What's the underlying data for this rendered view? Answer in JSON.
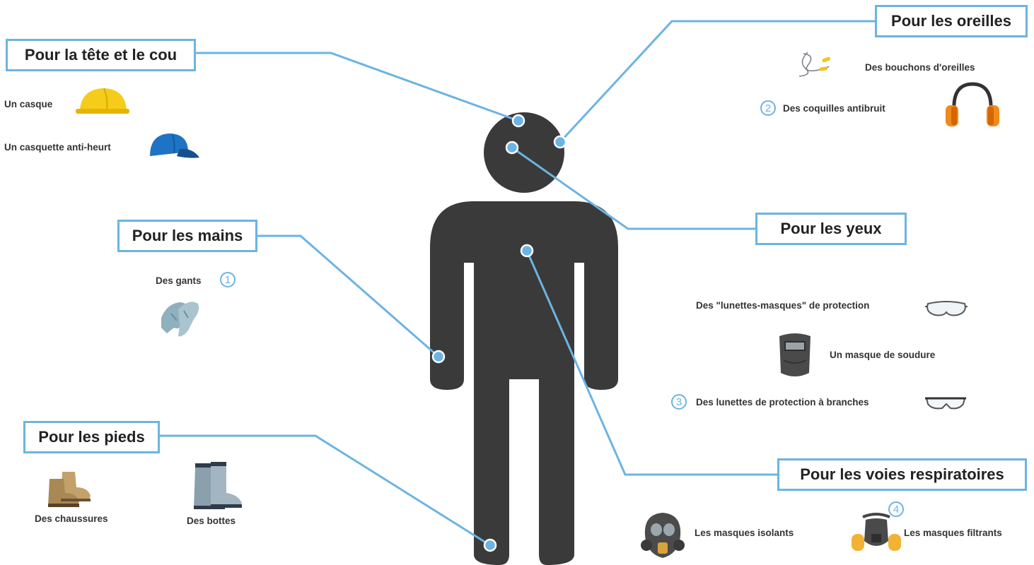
{
  "categories": {
    "head": "Pour la tête et le cou",
    "ears": "Pour les oreilles",
    "hands": "Pour les mains",
    "eyes": "Pour les yeux",
    "feet": "Pour les pieds",
    "respiratory": "Pour les voies respiratoires"
  },
  "items": {
    "helmet": "Un casque",
    "cap": "Un casquette anti-heurt",
    "earplugs": "Des bouchons d'oreilles",
    "earmuffs": "Des coquilles antibruit",
    "gloves": "Des gants",
    "goggles": "Des \"lunettes-masques\" de protection",
    "welding_mask": "Un masque de soudure",
    "safety_glasses": "Des lunettes de protection à branches",
    "shoes": "Des chaussures",
    "boots": "Des bottes",
    "isolating_masks": "Les masques isolants",
    "filter_masks": "Les masques filtrants"
  },
  "numbers": {
    "n1": "1",
    "n2": "2",
    "n3": "3",
    "n4": "4"
  },
  "colors": {
    "accent": "#6cb4e2",
    "silhouette": "#3a3a3a"
  },
  "icons": [
    "helmet-icon",
    "cap-icon",
    "earplugs-icon",
    "earmuffs-icon",
    "gloves-icon",
    "goggles-icon",
    "welding-mask-icon",
    "safety-glasses-icon",
    "shoes-icon",
    "boots-icon",
    "gas-mask-icon",
    "half-mask-icon"
  ]
}
